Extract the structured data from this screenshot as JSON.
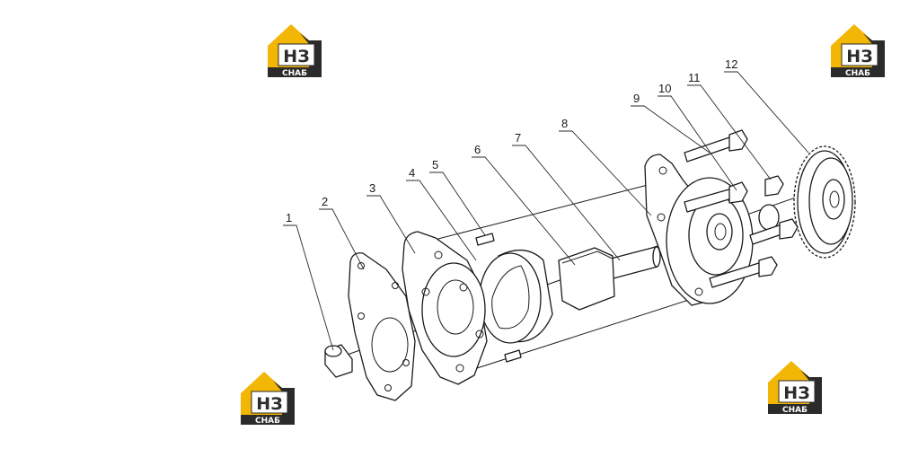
{
  "part_numbers": [
    "1",
    "2",
    "3",
    "4",
    "5",
    "6",
    "7",
    "8",
    "9",
    "10",
    "11",
    "12"
  ],
  "logo": {
    "mark": "НЗ",
    "caption": "СНАБ",
    "accent_color": "#f2b705",
    "dark_color": "#2b2b2b"
  }
}
